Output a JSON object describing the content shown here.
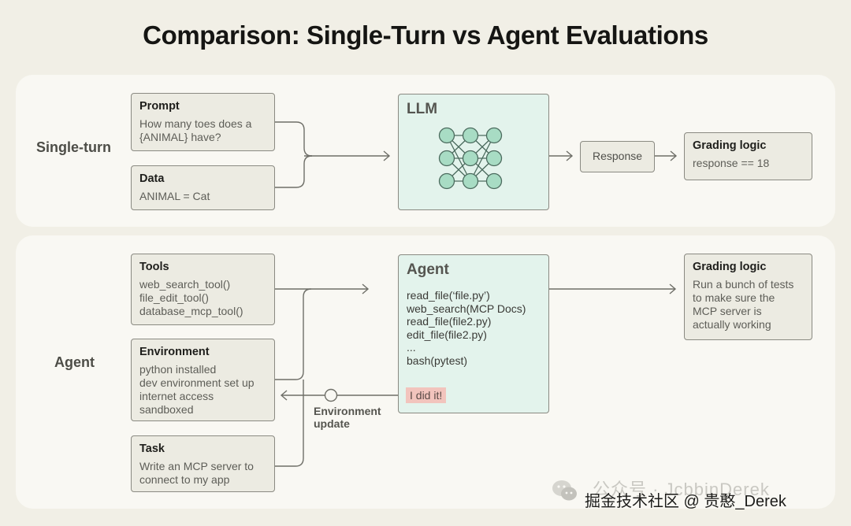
{
  "title": "Comparison: Single-Turn vs Agent Evaluations",
  "single_turn": {
    "label": "Single-turn",
    "prompt": {
      "title": "Prompt",
      "lines": [
        "How many toes does a",
        "{ANIMAL} have?"
      ]
    },
    "data": {
      "title": "Data",
      "lines": [
        "ANIMAL = Cat"
      ]
    },
    "model": {
      "label": "LLM"
    },
    "response": {
      "label": "Response"
    },
    "grading": {
      "title": "Grading logic",
      "lines": [
        "response == 18"
      ]
    }
  },
  "agent": {
    "label": "Agent",
    "tools": {
      "title": "Tools",
      "lines": [
        "web_search_tool()",
        "file_edit_tool()",
        "database_mcp_tool()"
      ]
    },
    "environment": {
      "title": "Environment",
      "lines": [
        "python installed",
        "dev environment set up",
        "internet access",
        "sandboxed"
      ]
    },
    "task": {
      "title": "Task",
      "lines": [
        "Write an MCP server to",
        "connect to my app"
      ]
    },
    "agent_box": {
      "label": "Agent",
      "actions": [
        "read_file(‘file.py’)",
        "web_search(MCP Docs)",
        "read_file(file2.py)",
        "edit_file(file2.py)",
        "...",
        "bash(pytest)"
      ],
      "result": "I did it!"
    },
    "environment_update": [
      "Environment",
      "update"
    ],
    "grading": {
      "title": "Grading logic",
      "lines": [
        "Run a bunch of tests",
        "to make sure the",
        "MCP server is",
        "actually working"
      ]
    }
  },
  "watermark": {
    "faint": "公众号 · JcbbinDerek",
    "text": "掘金技术社区 @ 贵憨_Derek",
    "icon": "wechat-icon"
  },
  "colors": {
    "page_bg": "#f1efe6",
    "panel_bg": "#f9f8f3",
    "box_bg": "#ecebe2",
    "model_bg": "#e3f3ec",
    "node_fill": "#a8dcc4",
    "highlight": "#f2c4bd"
  }
}
